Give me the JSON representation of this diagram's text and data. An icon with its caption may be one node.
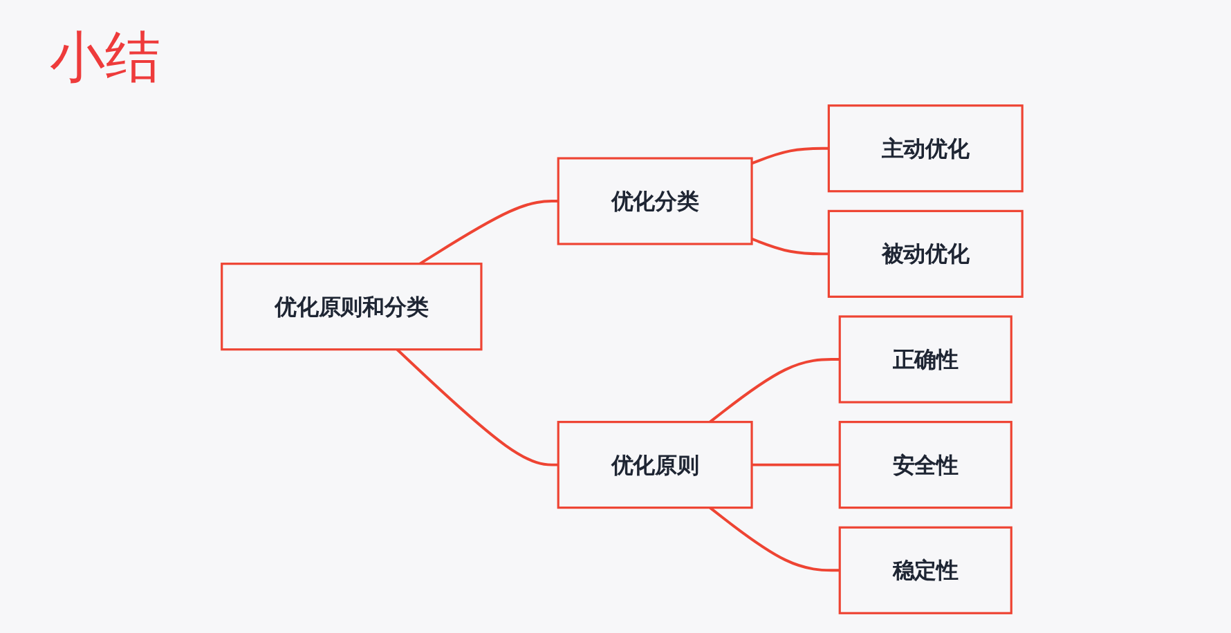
{
  "diagram": {
    "title": "小结",
    "nodes": [
      {
        "text": [
          "优化原则和分类"
        ]
      },
      {
        "text": [
          "优化分类"
        ]
      },
      {
        "text": [
          "优化原则"
        ]
      },
      {
        "text": [
          "主动优化"
        ]
      },
      {
        "text": [
          "被动优化"
        ]
      },
      {
        "text": [
          "正确性"
        ]
      },
      {
        "text": [
          "安全性"
        ]
      },
      {
        "text": [
          "稳定性"
        ]
      }
    ],
    "edges": [
      {
        "from": 0,
        "to": 1,
        "arrow": "none"
      },
      {
        "from": 0,
        "to": 2,
        "arrow": "none"
      },
      {
        "from": 1,
        "to": 3,
        "arrow": "none"
      },
      {
        "from": 1,
        "to": 4,
        "arrow": "none"
      },
      {
        "from": 2,
        "to": 5,
        "arrow": "none"
      },
      {
        "from": 2,
        "to": 6,
        "arrow": "none"
      },
      {
        "from": 2,
        "to": 7,
        "arrow": "none"
      }
    ]
  }
}
